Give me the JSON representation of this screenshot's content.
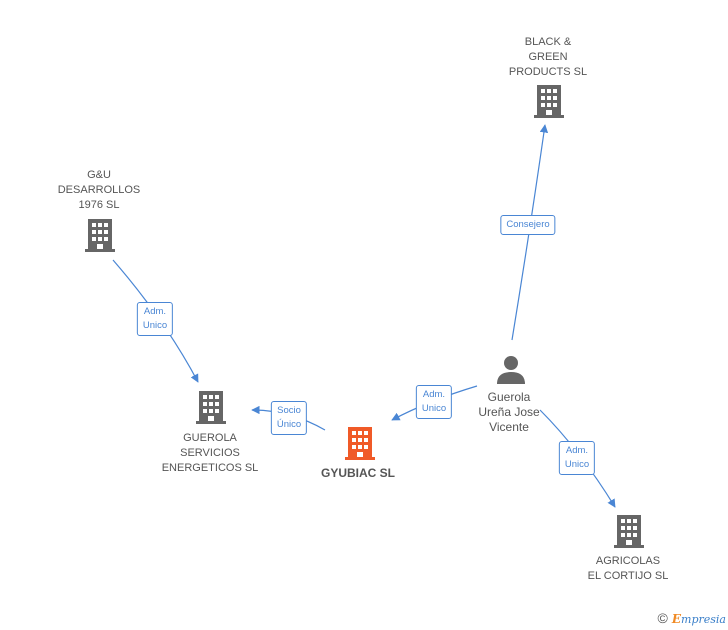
{
  "colors": {
    "edge": "#4a86d4",
    "building": "#666666",
    "building_main": "#f05a28",
    "person": "#666666"
  },
  "nodes": {
    "black_green": {
      "label": "BLACK &\nGREEN\nPRODUCTS SL",
      "icon": "building-icon"
    },
    "gu": {
      "label": "G&U\nDESARROLLOS\n1976 SL",
      "icon": "building-icon"
    },
    "guerola_servicios": {
      "label": "GUEROLA\nSERVICIOS\nENERGETICOS SL",
      "icon": "building-icon"
    },
    "gyubiac": {
      "label": "GYUBIAC SL",
      "icon": "building-icon"
    },
    "person": {
      "label": "Guerola\nUreña Jose\nVicente",
      "icon": "person-icon"
    },
    "agricolas": {
      "label": "AGRICOLAS\nEL CORTIJO SL",
      "icon": "building-icon"
    }
  },
  "edges": {
    "consejero": "Consejero",
    "adm_unico_gu": "Adm.\nUnico",
    "socio_unico": "Socio\nÚnico",
    "adm_unico_person_gyubiac": "Adm.\nUnico",
    "adm_unico_person_agricolas": "Adm.\nUnico"
  },
  "footer": {
    "copyright": "©",
    "brand_initial": "E",
    "brand_rest": "mpresia"
  }
}
